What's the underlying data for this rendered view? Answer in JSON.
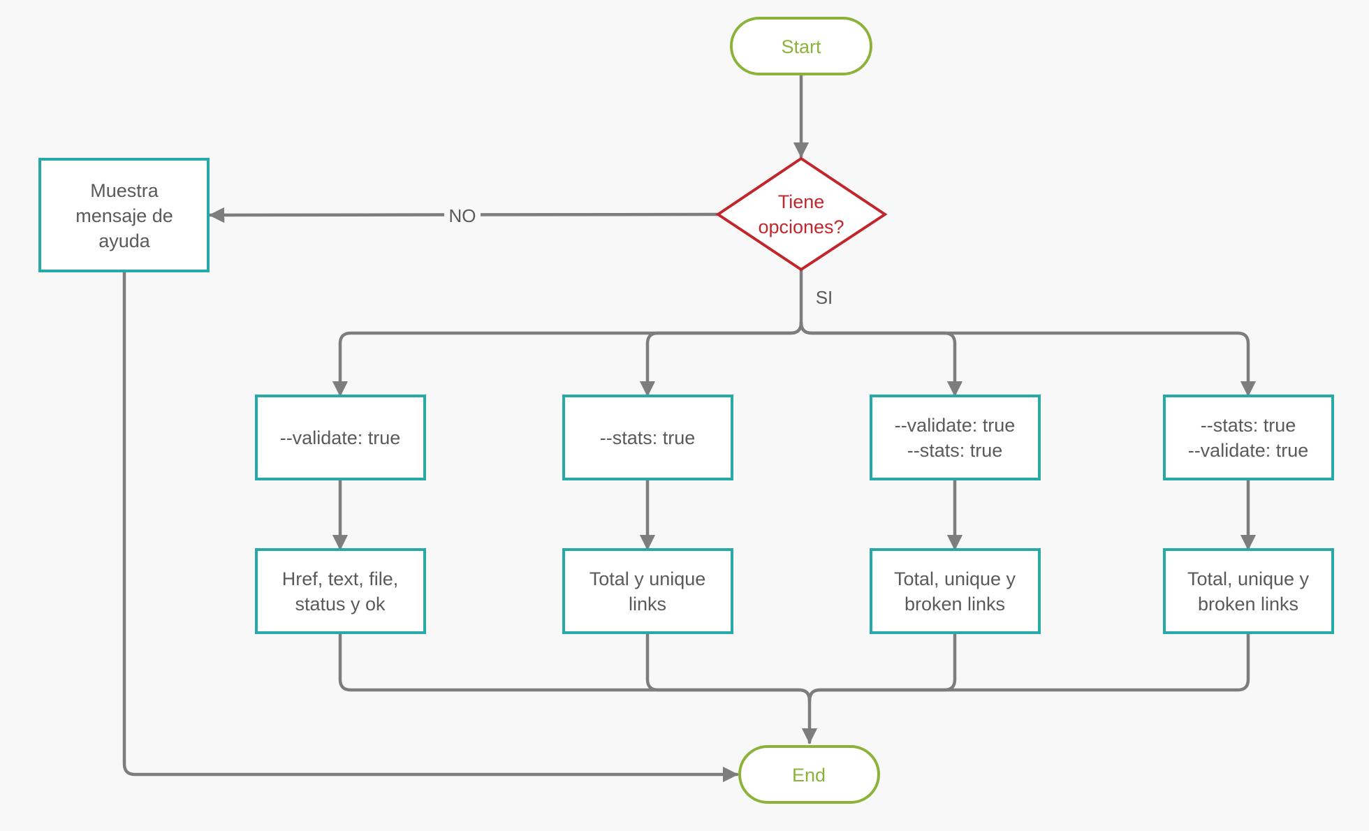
{
  "colors": {
    "background": "#f8f8f8",
    "terminal": "#8bb33a",
    "process": "#27a9a9",
    "decision": "#c0272d",
    "connector": "#7d7d7d",
    "text": "#5a5a5a"
  },
  "nodes": {
    "start": {
      "shape": "terminal",
      "lines": [
        "Start"
      ]
    },
    "decision": {
      "shape": "decision",
      "lines": [
        "Tiene",
        "opciones?"
      ]
    },
    "help": {
      "shape": "process",
      "lines": [
        "Muestra",
        "mensaje de",
        "ayuda"
      ]
    },
    "opt1": {
      "shape": "process",
      "lines": [
        "--validate: true"
      ]
    },
    "opt2": {
      "shape": "process",
      "lines": [
        "--stats: true"
      ]
    },
    "opt3": {
      "shape": "process",
      "lines": [
        "--validate: true",
        "--stats: true"
      ]
    },
    "opt4": {
      "shape": "process",
      "lines": [
        "--stats: true",
        "--validate: true"
      ]
    },
    "res1": {
      "shape": "process",
      "lines": [
        "Href, text, file,",
        "status y ok"
      ]
    },
    "res2": {
      "shape": "process",
      "lines": [
        "Total y unique",
        "links"
      ]
    },
    "res3": {
      "shape": "process",
      "lines": [
        "Total, unique y",
        "broken links"
      ]
    },
    "res4": {
      "shape": "process",
      "lines": [
        "Total, unique y",
        "broken links"
      ]
    },
    "end": {
      "shape": "terminal",
      "lines": [
        "End"
      ]
    }
  },
  "edge_labels": {
    "no": "NO",
    "si": "SI"
  }
}
